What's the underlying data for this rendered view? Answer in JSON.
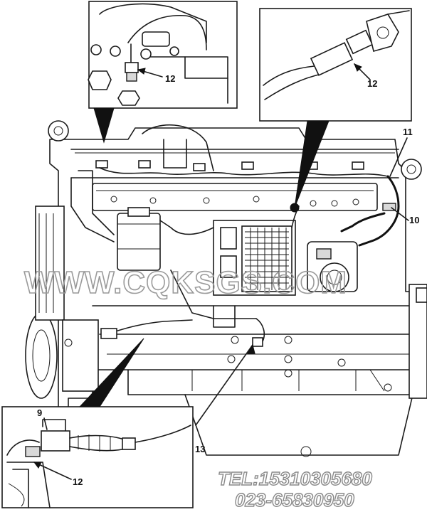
{
  "callouts": {
    "top_left_12": "12",
    "top_right_12": "12",
    "right_11": "11",
    "right_10": "10",
    "bottom_9": "9",
    "bottom_12": "12",
    "bottom_13": "13"
  },
  "watermark": {
    "site": "WWW.CQKSGS.COM",
    "tel": "TEL:15310305680",
    "phone": "023-65830950"
  }
}
